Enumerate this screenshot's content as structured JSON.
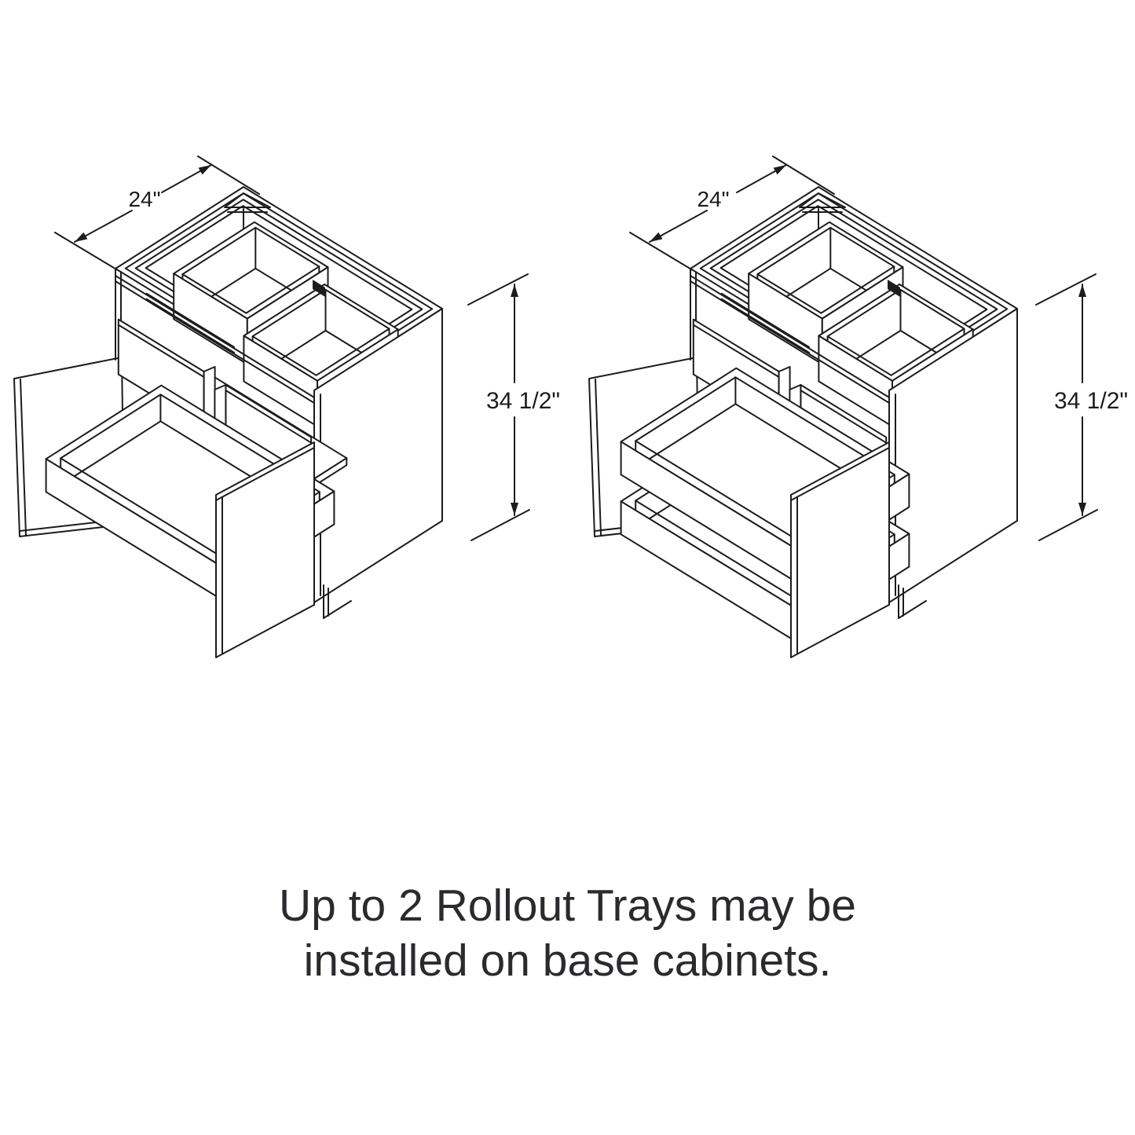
{
  "page": {
    "background": "#ffffff"
  },
  "drawing": {
    "stroke_color": "#1c1c1e",
    "diagrams": {
      "left": {
        "name": "base cabinet with one rollout tray",
        "rollout_tray_count": 1,
        "depth_label": "24\"",
        "height_label": "34 1/2\""
      },
      "right": {
        "name": "base cabinet with two rollout trays",
        "rollout_tray_count": 2,
        "depth_label": "24\"",
        "height_label": "34 1/2\""
      }
    }
  },
  "caption": {
    "color": "#2b2a2e",
    "line1": "Up to 2 Rollout Trays may be",
    "line2": "installed on base cabinets."
  }
}
